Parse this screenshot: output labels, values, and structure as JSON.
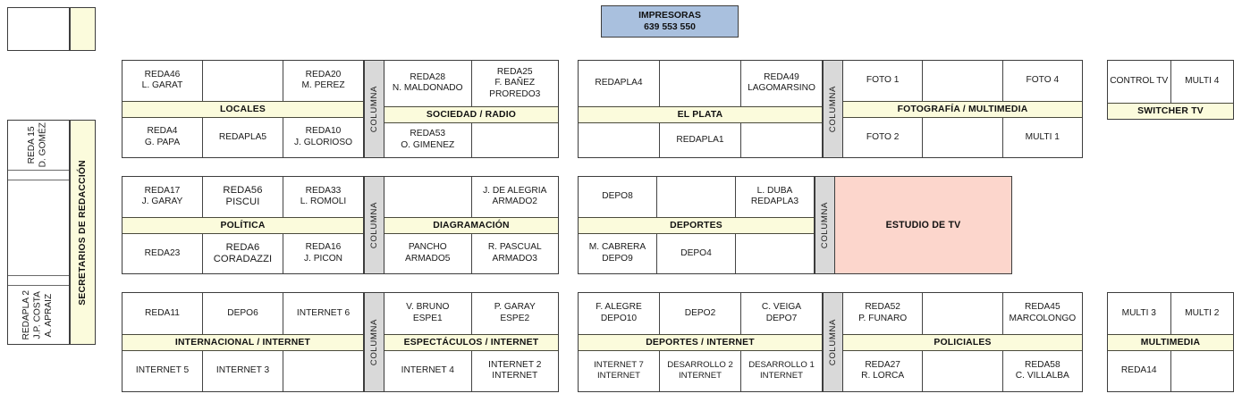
{
  "printers": {
    "title": "IMPRESORAS",
    "numbers": "639  553  550"
  },
  "left_column": {
    "top_box": {
      "label": ""
    },
    "vertical_strip_label": "SECRETARIOS DE REDACCIÓN",
    "cells": [
      {
        "text": "REDA 15\nD. GOMÉZ"
      },
      {
        "text": ""
      },
      {
        "text": ""
      },
      {
        "text": ""
      },
      {
        "text": "REDAPLA 2\nJ.P. COSTA\nA. APRAIZ"
      }
    ]
  },
  "columna_label": "COLUMNA",
  "blocks": [
    {
      "name": "locales",
      "band": "LOCALES",
      "top": [
        "REDA46\nL. GARAT",
        "",
        "REDA20\nM. PEREZ"
      ],
      "bottom": [
        "REDA4\nG. PAPA",
        "REDAPLA5",
        "REDA10\nJ. GLORIOSO"
      ]
    },
    {
      "name": "sociedad-radio",
      "band": "SOCIEDAD / RADIO",
      "top": [
        "REDA28\nN. MALDONADO",
        "REDA25\nF. BAÑEZ\nPROREDO3"
      ],
      "bottom": [
        "REDA53\nO. GIMENEZ",
        ""
      ]
    },
    {
      "name": "el-plata",
      "band": "EL PLATA",
      "top": [
        "REDAPLA4",
        "",
        "REDA49\nLAGOMARSINO"
      ],
      "bottom": [
        "",
        "REDAPLA1",
        ""
      ]
    },
    {
      "name": "fotografia-multimedia",
      "band": "FOTOGRAFÍA / MULTIMEDIA",
      "top": [
        "FOTO 1",
        "",
        "FOTO 4"
      ],
      "bottom": [
        "FOTO 2",
        "",
        "MULTI 1"
      ]
    },
    {
      "name": "switcher-tv",
      "band": "SWITCHER TV",
      "top": [
        "CONTROL TV",
        "MULTI 4"
      ],
      "bottom": []
    },
    {
      "name": "politica",
      "band": "POLÍTICA",
      "top": [
        "REDA17\nJ. GARAY",
        "REDA56\nPISCUI",
        "REDA33\nL. ROMOLI"
      ],
      "bottom": [
        "REDA23",
        "REDA6\nCORADAZZI",
        "REDA16\nJ. PICON"
      ]
    },
    {
      "name": "diagramacion",
      "band": "DIAGRAMACIÓN",
      "top": [
        "",
        "J. DE ALEGRIA\nARMADO2"
      ],
      "bottom": [
        "PANCHO\nARMADO5",
        "R. PASCUAL\nARMADO3"
      ]
    },
    {
      "name": "deportes",
      "band": "DEPORTES",
      "top": [
        "DEPO8",
        "",
        "L. DUBA\nREDAPLA3"
      ],
      "bottom": [
        "M. CABRERA\nDEPO9",
        "DEPO4",
        ""
      ]
    },
    {
      "name": "estudio-de-tv",
      "band": "",
      "label": "ESTUDIO DE TV",
      "top": [],
      "bottom": []
    },
    {
      "name": "internacional-internet",
      "band": "INTERNACIONAL / INTERNET",
      "top": [
        "REDA11",
        "DEPO6",
        "INTERNET 6"
      ],
      "bottom": [
        "INTERNET 5",
        "INTERNET 3",
        ""
      ]
    },
    {
      "name": "espectaculos-internet",
      "band": "ESPECTÁCULOS / INTERNET",
      "top": [
        "V. BRUNO\nESPE1",
        "P. GARAY\nESPE2"
      ],
      "bottom": [
        "INTERNET 4",
        "INTERNET 2\nINTERNET"
      ]
    },
    {
      "name": "deportes-internet",
      "band": "DEPORTES / INTERNET",
      "top": [
        "F. ALEGRE\nDEPO10",
        "DEPO2",
        "C. VEIGA\nDEPO7"
      ],
      "bottom": [
        "INTERNET 7\nINTERNET",
        "DESARROLLO 2\nINTERNET",
        "DESARROLLO 1\nINTERNET"
      ]
    },
    {
      "name": "policiales",
      "band": "POLICIALES",
      "top": [
        "REDA52\nP. FUNARO",
        "",
        "REDA45\nMARCOLONGO"
      ],
      "bottom": [
        "REDA27\nR. LORCA",
        "",
        "REDA58\nC. VILLALBA"
      ]
    },
    {
      "name": "multimedia",
      "band": "MULTIMEDIA",
      "top": [
        "MULTI 3",
        "MULTI 2"
      ],
      "bottom": [
        "REDA14",
        ""
      ]
    }
  ],
  "colors": {
    "band": "#fbfbdc",
    "columna": "#d9d9d9",
    "studio": "#fcd6cc",
    "printers": "#a9c0de",
    "border": "#3d3d3d"
  }
}
